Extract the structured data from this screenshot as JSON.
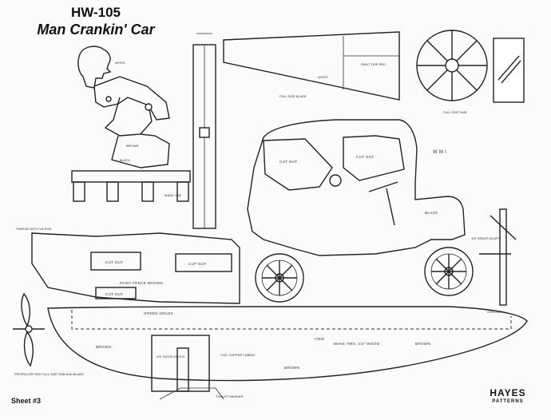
{
  "header": {
    "code": "HW-105",
    "name": "Man Crankin' Car"
  },
  "footer": {
    "sheet": "Sheet #3",
    "brand_main": "HAYES",
    "brand_sub": "PATTERNS"
  },
  "labels": {
    "wm": "W M I",
    "cut_out": "CUT OUT",
    "paint_fence_brown": "PAINT FENCE BROWN",
    "green_grass": "GREEN GRASS",
    "brown": "BROWN",
    "white": "WHITE",
    "black": "BLACK",
    "paint_tire_red": "PAINT TIRE RED",
    "full_size_hub": "FULL SIZE HUB",
    "full_size_blade": "FULL SIZE BLADE",
    "propeller": "PROPELLER SEE FULL SIZE HUB AND BLADE",
    "thread": "THREAD WITH 1/8 ROD",
    "item": "ITEM",
    "make_two": "MAKE TWO, 1/2\" WOOD",
    "copper_tubing": "7/16\" COPPER TUBING",
    "thrust_washer": "THRUST WASHER",
    "wood_block": "3/4\" WOOD BLOCK",
    "make_one": "MAKE ONE",
    "groove": "GROOVE",
    "crank_shaft": "1/8\" BRASS SHAFT"
  }
}
